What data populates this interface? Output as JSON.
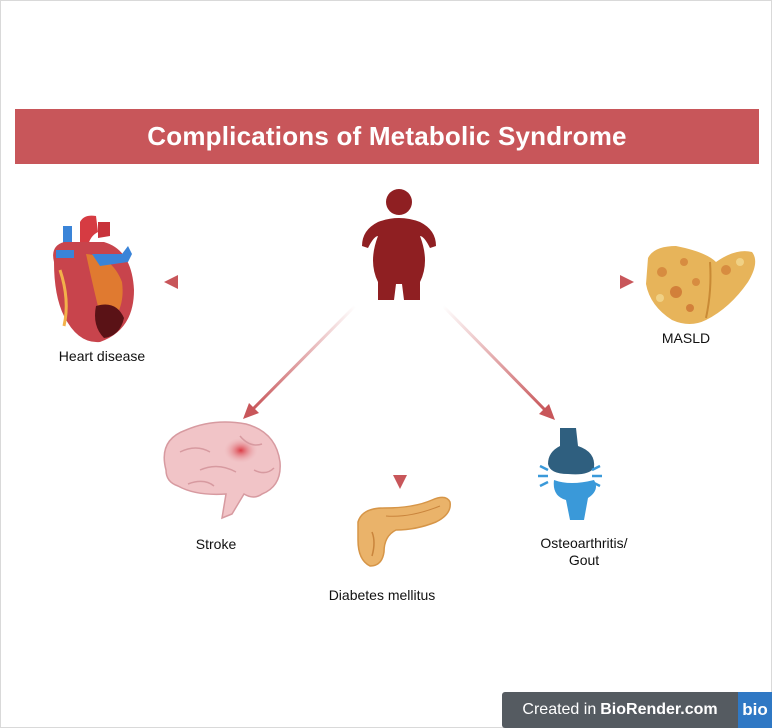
{
  "title": "Complications of Metabolic Syndrome",
  "nodes": {
    "heart": "Heart disease",
    "liver": "MASLD",
    "brain": "Stroke",
    "pancreas": "Diabetes mellitus",
    "joint": "Osteoarthritis/\nGout"
  },
  "badge": {
    "prefix": "Created in",
    "brand": "BioRender.com",
    "logo": "bio"
  },
  "colors": {
    "banner": "#c8565a",
    "arrow": "#c8565a",
    "person": "#8f1f22"
  }
}
